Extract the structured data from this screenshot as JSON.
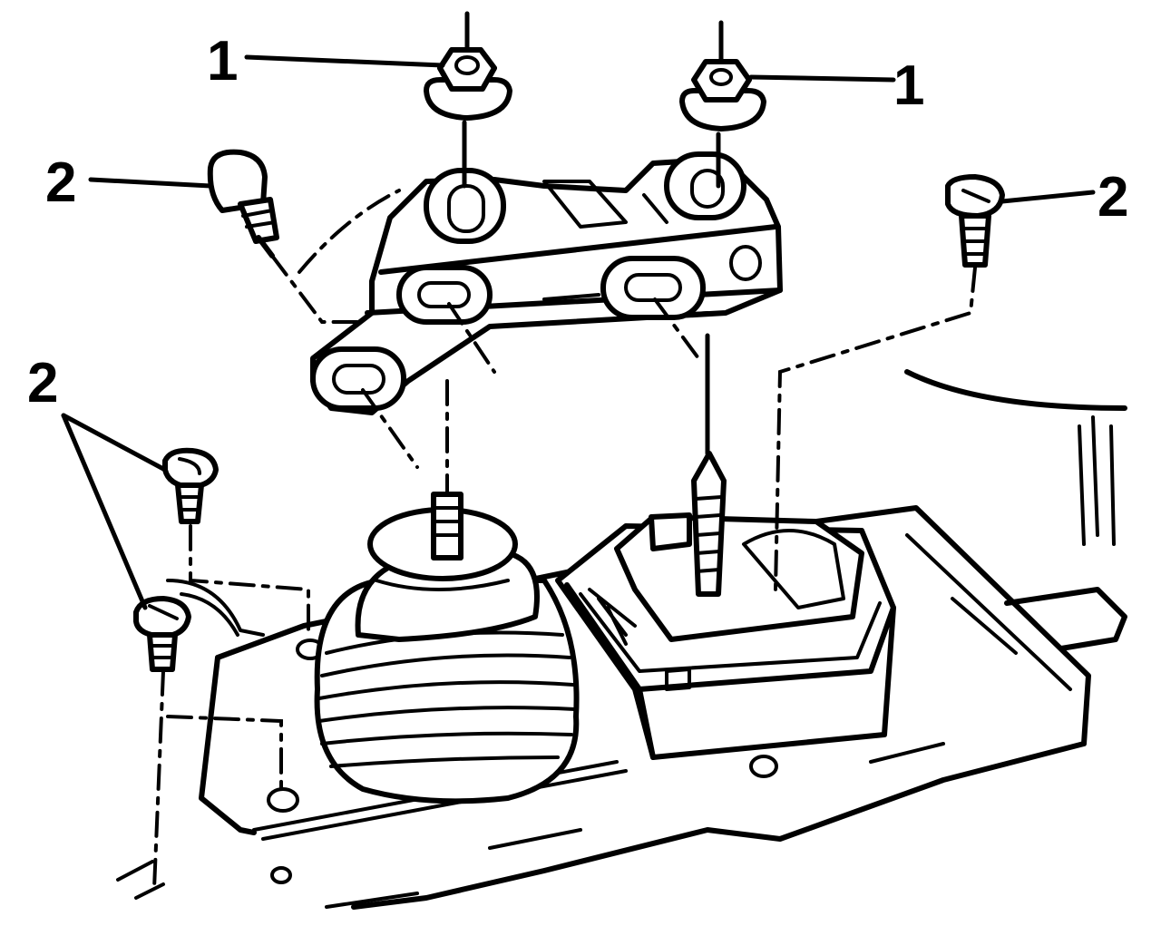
{
  "callouts": {
    "nut_left": "1",
    "nut_right": "1",
    "bolt_upper_left": "2",
    "bolt_upper_right": "2",
    "bolts_lower_left": "2"
  },
  "colors": {
    "ink": "#000000",
    "paper": "#ffffff"
  }
}
